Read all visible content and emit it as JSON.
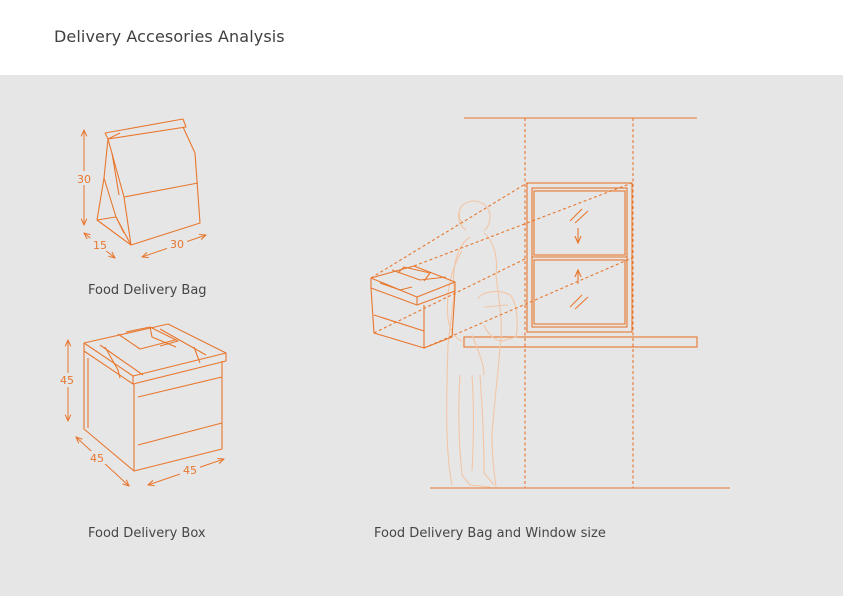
{
  "header": {
    "title": "Delivery Accesories Analysis"
  },
  "colors": {
    "accent": "#e8772e",
    "faint": "#f1c6a6",
    "panel": "#e6e6e7",
    "text": "#454545"
  },
  "bag": {
    "caption": "Food Delivery Bag",
    "dims": {
      "height": "30",
      "depth": "15",
      "width": "30"
    }
  },
  "box": {
    "caption": "Food Delivery Box",
    "dims": {
      "height": "45",
      "depth": "45",
      "width": "45"
    }
  },
  "window_scene": {
    "caption": "Food Delivery Bag and Window size"
  }
}
